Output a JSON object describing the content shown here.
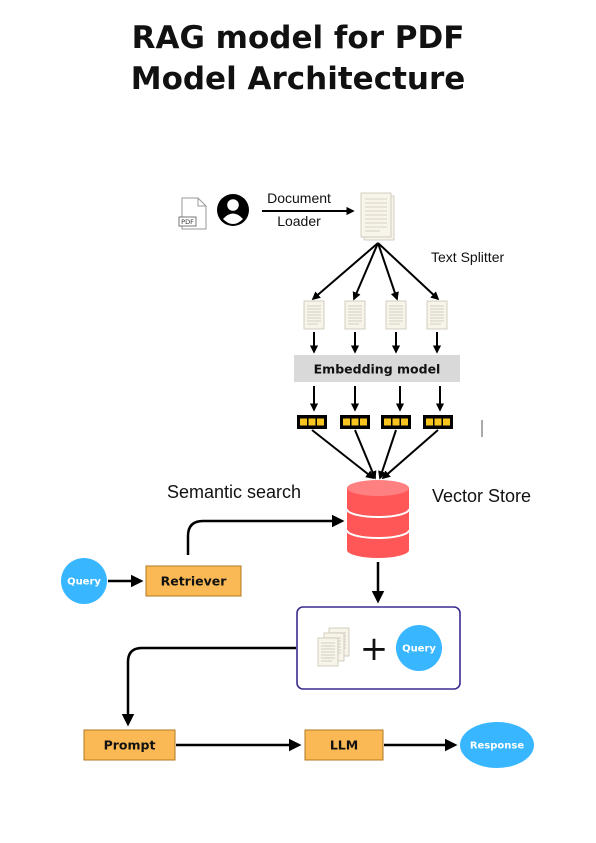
{
  "title": {
    "line1": "RAG model for PDF",
    "line2": "Model Architecture"
  },
  "labels": {
    "document_loader_line1": "Document",
    "document_loader_line2": "Loader",
    "text_splitter": "Text Splitter",
    "embedding_model": "Embedding model",
    "semantic_search": "Semantic search",
    "vector_store": "Vector Store",
    "pdf_badge": "PDF",
    "plus_sign": "+"
  },
  "nodes": {
    "query_input": "Query",
    "retriever": "Retriever",
    "context_query": "Query",
    "prompt": "Prompt",
    "llm": "LLM",
    "response": "Response"
  },
  "colors": {
    "box_fill": "#fbb955",
    "box_stroke": "#b07a20",
    "circle_fill": "#38b6ff",
    "db_fill": "#ff5757",
    "embedding_band": "#d9d9d9",
    "context_border": "#3d2a8f",
    "vector_chip": "#f7c51e"
  },
  "icons": {
    "pdf": "pdf-file-icon",
    "user": "user-icon",
    "document": "document-stack-icon",
    "database": "database-icon"
  }
}
